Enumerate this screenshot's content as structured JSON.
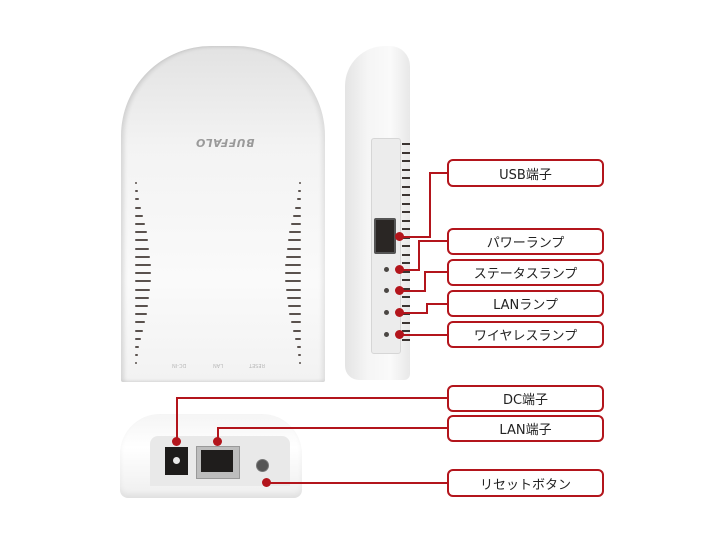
{
  "device": {
    "logo": "BUFFALO",
    "front_port_labels": [
      "DC-IN",
      "LAN",
      "RESET"
    ]
  },
  "callouts": [
    {
      "id": "usb",
      "label": "USB端子"
    },
    {
      "id": "power-lamp",
      "label": "パワーランプ"
    },
    {
      "id": "status-lamp",
      "label": "ステータスランプ"
    },
    {
      "id": "lan-lamp",
      "label": "LANランプ"
    },
    {
      "id": "wireless-lamp",
      "label": "ワイヤレスランプ"
    },
    {
      "id": "dc-port",
      "label": "DC端子"
    },
    {
      "id": "lan-port",
      "label": "LAN端子"
    },
    {
      "id": "reset-button",
      "label": "リセットボタン"
    }
  ],
  "colors": {
    "callout": "#b3151c",
    "device_body": "#f5f5f5"
  }
}
